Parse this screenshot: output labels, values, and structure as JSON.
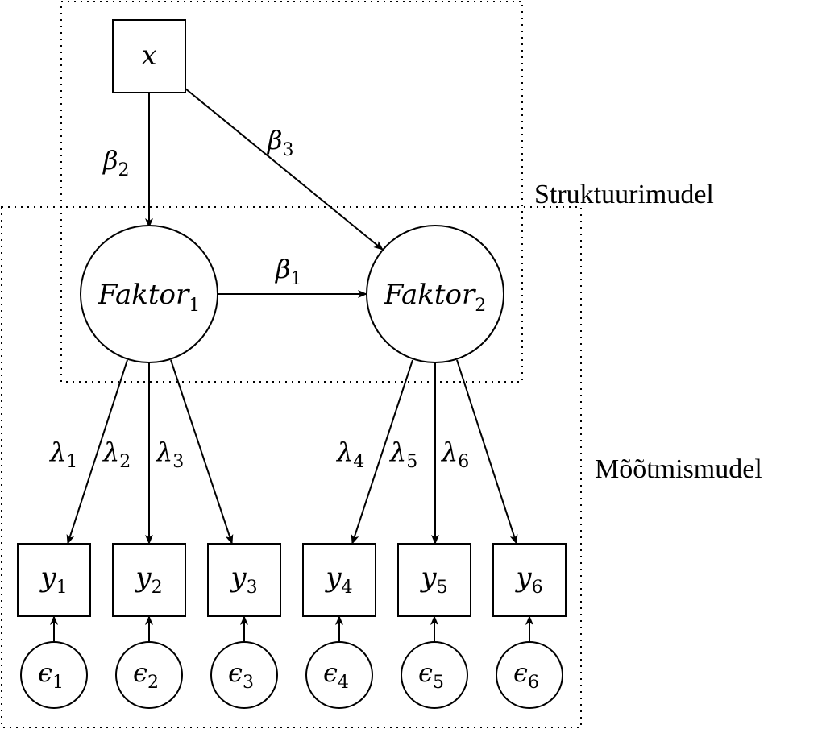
{
  "regions": {
    "structural": "Struktuurimudel",
    "measurement": "Mõõtmismudel"
  },
  "nodes": {
    "x": {
      "base": "x",
      "sub": ""
    },
    "f1": {
      "base": "Faktor",
      "sub": "1"
    },
    "f2": {
      "base": "Faktor",
      "sub": "2"
    },
    "y": [
      {
        "base": "y",
        "sub": "1"
      },
      {
        "base": "y",
        "sub": "2"
      },
      {
        "base": "y",
        "sub": "3"
      },
      {
        "base": "y",
        "sub": "4"
      },
      {
        "base": "y",
        "sub": "5"
      },
      {
        "base": "y",
        "sub": "6"
      }
    ],
    "e": [
      {
        "base": "ϵ",
        "sub": "1"
      },
      {
        "base": "ϵ",
        "sub": "2"
      },
      {
        "base": "ϵ",
        "sub": "3"
      },
      {
        "base": "ϵ",
        "sub": "4"
      },
      {
        "base": "ϵ",
        "sub": "5"
      },
      {
        "base": "ϵ",
        "sub": "6"
      }
    ]
  },
  "edge_labels": {
    "beta": [
      {
        "base": "β",
        "sub": "1"
      },
      {
        "base": "β",
        "sub": "2"
      },
      {
        "base": "β",
        "sub": "3"
      }
    ],
    "lambda": [
      {
        "base": "λ",
        "sub": "1"
      },
      {
        "base": "λ",
        "sub": "2"
      },
      {
        "base": "λ",
        "sub": "3"
      },
      {
        "base": "λ",
        "sub": "4"
      },
      {
        "base": "λ",
        "sub": "5"
      },
      {
        "base": "λ",
        "sub": "6"
      }
    ]
  }
}
